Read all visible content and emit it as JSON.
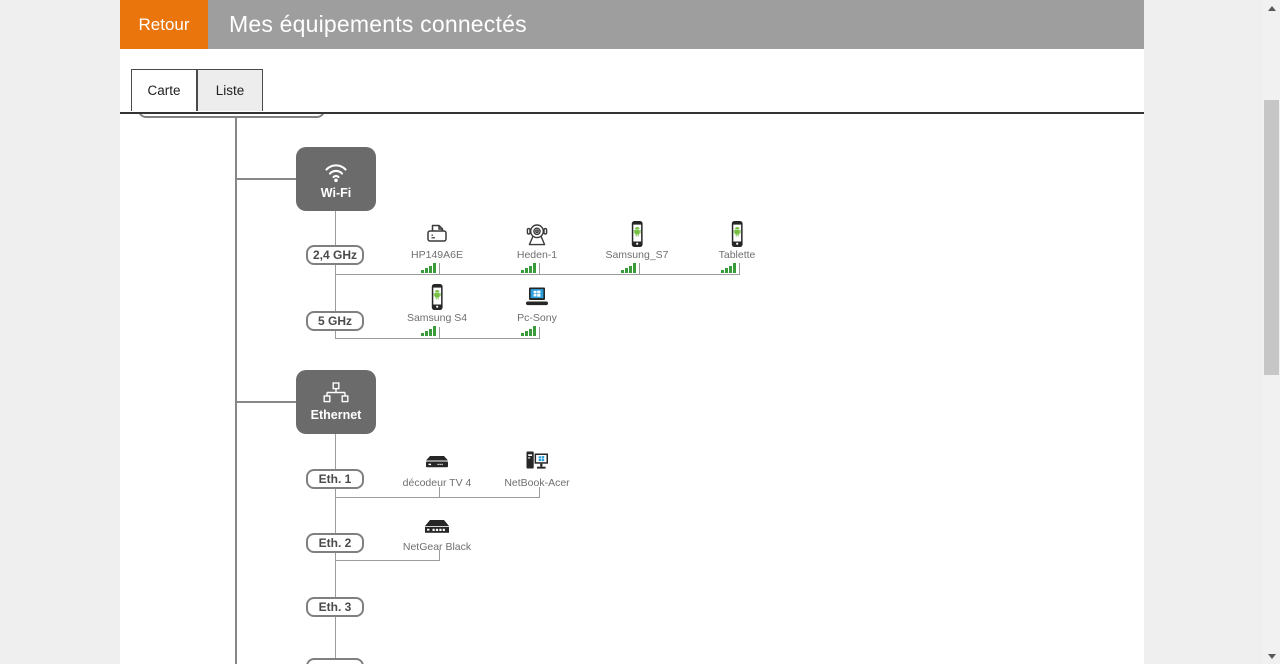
{
  "header": {
    "back_label": "Retour",
    "title": "Mes équipements connectés"
  },
  "tabs": [
    {
      "label": "Carte",
      "active": true
    },
    {
      "label": "Liste",
      "active": false
    }
  ],
  "tree": {
    "wifi": {
      "label": "Wi-Fi",
      "icon": "wifi-icon",
      "bands": [
        {
          "label": "2,4 GHz",
          "devices": [
            {
              "name": "HP149A6E",
              "icon": "printer-icon",
              "signal_bars": 4
            },
            {
              "name": "Heden-1",
              "icon": "ip-camera-icon",
              "signal_bars": 4
            },
            {
              "name": "Samsung_S7",
              "icon": "smartphone-icon",
              "signal_bars": 4
            },
            {
              "name": "Tablette",
              "icon": "smartphone-icon",
              "signal_bars": 4
            }
          ]
        },
        {
          "label": "5 GHz",
          "devices": [
            {
              "name": "Samsung S4",
              "icon": "smartphone-icon",
              "signal_bars": 4
            },
            {
              "name": "Pc-Sony",
              "icon": "laptop-icon",
              "signal_bars": 4
            }
          ]
        }
      ]
    },
    "ethernet": {
      "label": "Ethernet",
      "icon": "ethernet-icon",
      "ports": [
        {
          "label": "Eth. 1",
          "devices": [
            {
              "name": "décodeur TV 4",
              "icon": "set-top-box-icon"
            },
            {
              "name": "NetBook-Acer",
              "icon": "desktop-pc-icon"
            }
          ]
        },
        {
          "label": "Eth. 2",
          "devices": [
            {
              "name": "NetGear Black",
              "icon": "network-switch-icon"
            }
          ]
        },
        {
          "label": "Eth. 3",
          "devices": []
        },
        {
          "label": "",
          "devices": []
        }
      ]
    }
  },
  "colors": {
    "accent_orange": "#ea750d",
    "header_gray": "#9e9e9e",
    "node_gray": "#6b6b6b",
    "signal_green": "#3a9b3a",
    "android_green": "#76c043",
    "windows_blue": "#2aa0dd"
  }
}
